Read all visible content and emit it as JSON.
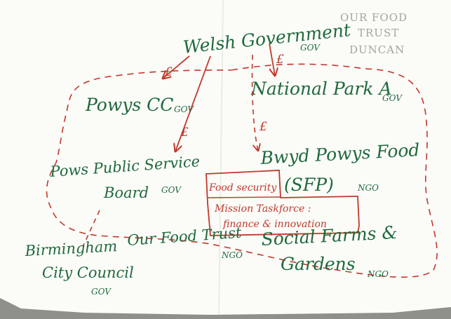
{
  "corner_note": [
    "OUR FOOD",
    "TRUST",
    "DUNCAN"
  ],
  "nodes": {
    "welsh_government": {
      "label": "Welsh Government",
      "tag": "GOV"
    },
    "powys_cc": {
      "label": "Powys CC",
      "tag": "GOV"
    },
    "national_park": {
      "label": "National Park A",
      "tag": "GOV"
    },
    "public_service_board": {
      "line1": "Pows Public Service",
      "line2": "Board",
      "tag": "GOV"
    },
    "bwyd_powys": {
      "label": "Bwyd Powys Food",
      "abbr": "(SFP)",
      "tag": "NGO"
    },
    "our_food_trust": {
      "label": "Our Food Trust",
      "tag": "NGO"
    },
    "social_farms": {
      "line1": "Social Farms &",
      "line2": "Gardens",
      "tag": "NGO"
    },
    "birmingham": {
      "line1": "Birmingham",
      "line2": "City Council",
      "tag": "GOV"
    }
  },
  "taskforce": {
    "title": "Food security",
    "line2": "Mission Taskforce :",
    "line3": "finance & innovation"
  },
  "funding_marker": "£",
  "colors": {
    "green": "#1f6a3c",
    "red": "#c0392b",
    "paper": "#fbfbf8"
  }
}
